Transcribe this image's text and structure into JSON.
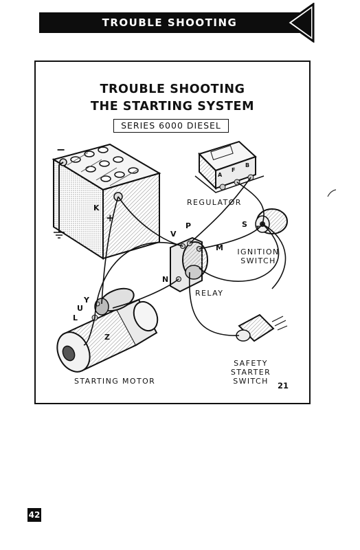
{
  "header": {
    "title": "TROUBLE SHOOTING"
  },
  "panel": {
    "title_line1": "TROUBLE SHOOTING",
    "title_line2": "THE STARTING SYSTEM",
    "subtitle": "SERIES 6000 DIESEL",
    "figure_number": "21"
  },
  "diagram": {
    "labels": {
      "regulator": "REGULATOR",
      "ignition_switch_line1": "IGNITION",
      "ignition_switch_line2": "SWITCH",
      "relay": "RELAY",
      "starting_motor": "STARTING MOTOR",
      "safety_line1": "SAFETY",
      "safety_line2": "STARTER",
      "safety_line3": "SWITCH"
    },
    "terminals": {
      "minus": "−",
      "plus": "+",
      "k": "K",
      "a": "A",
      "f": "F",
      "b": "B",
      "s": "S",
      "t": "T",
      "v": "V",
      "p": "P",
      "m": "M",
      "n": "N",
      "y": "Y",
      "u": "U",
      "l": "L",
      "z": "Z"
    }
  },
  "footer": {
    "page_number": "42"
  }
}
